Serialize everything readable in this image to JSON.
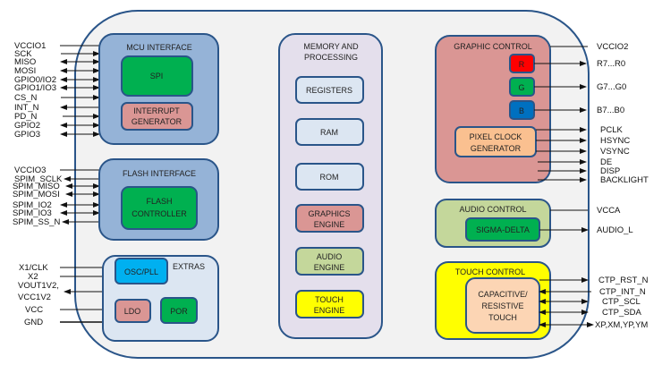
{
  "colors": {
    "outer_fill": "#f2f2f2",
    "border": "#2a5589",
    "interface_fill": "#95b3d7",
    "green": "#00b050",
    "pink": "#da9694",
    "memory_fill": "#e4dfec",
    "memory_item_fill": "#dce6f2",
    "audio_engine_fill": "#c4d79b",
    "yellow": "#ffff00",
    "extras_fill": "#dce6f2",
    "osc_fill": "#00b0f0",
    "red": "#ff0000",
    "blue": "#0070c0",
    "peach": "#fac090",
    "touch_inner_fill": "#fcd5b4"
  },
  "mcu_interface": {
    "title": "MCU INTERFACE",
    "spi": "SPI",
    "interrupt_line1": "INTERRUPT",
    "interrupt_line2": "GENERATOR",
    "pins": [
      "VCCIO1",
      "SCK",
      "MISO",
      "MOSI",
      "GPIO0/IO2",
      "GPIO1/IO3",
      "CS_N",
      "INT_N",
      "PD_N",
      "GPIO2",
      "GPIO3"
    ]
  },
  "flash_interface": {
    "title": "FLASH INTERFACE",
    "controller_line1": "FLASH",
    "controller_line2": "CONTROLLER",
    "pins": [
      "VCCIO3",
      "SPIM_SCLK",
      "SPIM_MISO",
      "SPIM_MOSI",
      "SPIM_IO2",
      "SPIM_IO3",
      "SPIM_SS_N"
    ]
  },
  "extras": {
    "title": "EXTRAS",
    "osc": "OSC/PLL",
    "ldo": "LDO",
    "por": "POR",
    "pins": [
      "X1/CLK",
      "X2",
      "VOUT1V2,",
      "VCC1V2",
      "VCC",
      "GND"
    ]
  },
  "memory": {
    "title_line1": "MEMORY AND",
    "title_line2": "PROCESSING",
    "registers": "REGISTERS",
    "ram": "RAM",
    "rom": "ROM",
    "graphics_line1": "GRAPHICS",
    "graphics_line2": "ENGINE",
    "audio_line1": "AUDIO",
    "audio_line2": "ENGINE",
    "touch_line1": "TOUCH",
    "touch_line2": "ENGINE"
  },
  "graphic_control": {
    "title": "GRAPHIC CONTROL",
    "r": "R",
    "g": "G",
    "b": "B",
    "pclk_line1": "PIXEL CLOCK",
    "pclk_line2": "GENERATOR",
    "pins": [
      "VCCIO2",
      "R7...R0",
      "G7...G0",
      "B7...B0",
      "PCLK",
      "HSYNC",
      "VSYNC",
      "DE",
      "DISP",
      "BACKLIGHT"
    ]
  },
  "audio_control": {
    "title": "AUDIO CONTROL",
    "sigma": "SIGMA-DELTA",
    "pins": [
      "VCCA",
      "AUDIO_L"
    ]
  },
  "touch_control": {
    "title": "TOUCH CONTROL",
    "inner_line1": "CAPACITIVE/",
    "inner_line2": "RESISTIVE",
    "inner_line3": "TOUCH",
    "pins": [
      "CTP_RST_N",
      "CTP_INT_N",
      "CTP_SCL",
      "CTP_SDA",
      "XP,XM,YP,YM"
    ]
  }
}
